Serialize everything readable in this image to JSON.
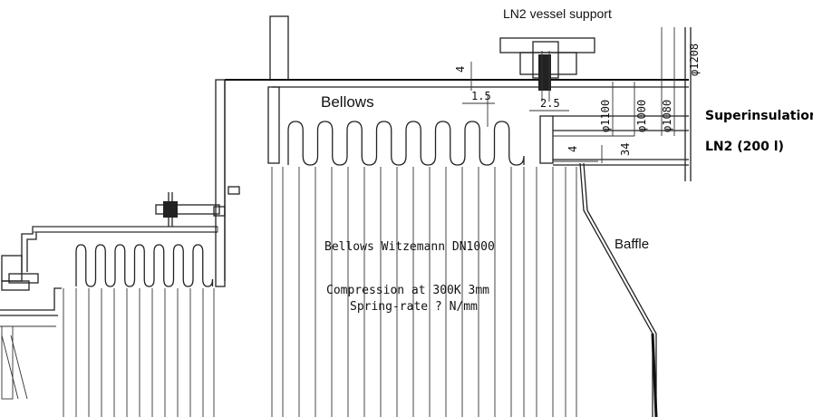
{
  "labels": {
    "vessel_support": "LN2 vessel support",
    "bellows": "Bellows",
    "baffle": "Baffle",
    "superinsulation": "Superinsulation",
    "ln2": "LN2 (200 l)",
    "bellows_model": "Bellows Witzemann DN1000",
    "compression": "Compression at 300K 3mm",
    "spring_rate": "Spring-rate ? N/mm"
  },
  "dimensions": {
    "d_1208": "φ1208",
    "d_1100": "φ1100",
    "d_1000": "φ1000",
    "d_1080": "φ1080",
    "gap_4_top": "4",
    "gap_1_5": "1.5",
    "gap_2_5": "2.5",
    "gap_34": "34",
    "gap_4_side": "4"
  },
  "colors": {
    "line": "#222222",
    "background": "#ffffff"
  }
}
